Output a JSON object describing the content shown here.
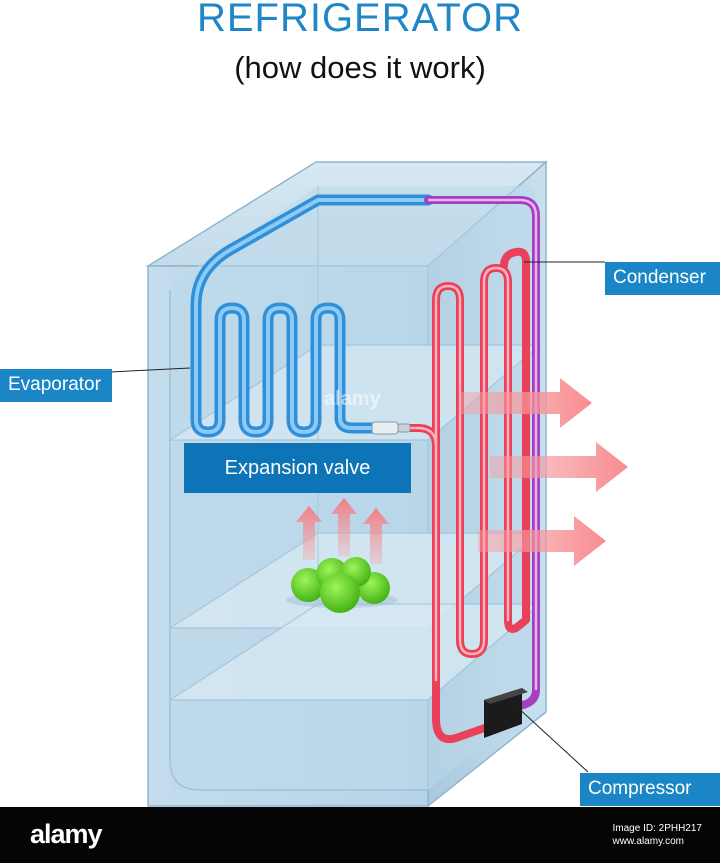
{
  "header": {
    "title": "REFRIGERATOR",
    "subtitle": "(how does it work)"
  },
  "labels": {
    "evaporator": "Evaporator",
    "condenser": "Condenser",
    "expansion_valve": "Expansion valve",
    "compressor": "Compressor"
  },
  "footer": {
    "brand": "alamy",
    "image_id": "Image ID: 2PHH217",
    "site": "www.alamy.com"
  },
  "watermark": "alamy",
  "colors": {
    "title": "#1f86c8",
    "callout": "#1a86c6",
    "cold_pipe": "#4aa8ee",
    "hot_pipe": "#f26b7d",
    "vapor_pipe": "#b14fc4",
    "heat_arrow": "#f7a0a3",
    "food": "#5fcc1c"
  }
}
